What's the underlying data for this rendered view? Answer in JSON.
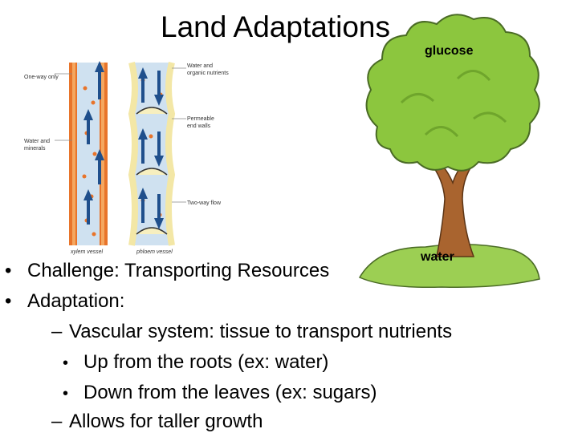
{
  "slide": {
    "title": "Land Adaptations"
  },
  "diagram": {
    "labels": {
      "one_way": "One-way only",
      "water_minerals_1": "Water and",
      "water_minerals_2": "minerals",
      "water_organic_1": "Water and",
      "water_organic_2": "organic nutrients",
      "permeable_1": "Permeable",
      "permeable_2": "end walls",
      "two_way": "Two-way flow",
      "xylem": "xylem vessel",
      "phloem": "phloem vessel"
    },
    "colors": {
      "xylem_wall": "#e8742a",
      "phloem_wall": "#f3e7a6",
      "lumen": "#cfe1f0",
      "arrow": "#1f4f8c"
    }
  },
  "tree": {
    "glucose_label": "glucose",
    "water_label": "water",
    "colors": {
      "foliage": "#8cc63e",
      "trunk": "#a9642f",
      "ground": "#9ccf53"
    }
  },
  "bullets": {
    "b1": "Challenge: Transporting Resources",
    "b2": "Adaptation:",
    "b2_1": "Vascular system: tissue to transport nutrients",
    "b2_1_1": "Up from the roots (ex: water)",
    "b2_1_2": "Down from the leaves (ex: sugars)",
    "b2_2": "Allows for taller growth"
  }
}
